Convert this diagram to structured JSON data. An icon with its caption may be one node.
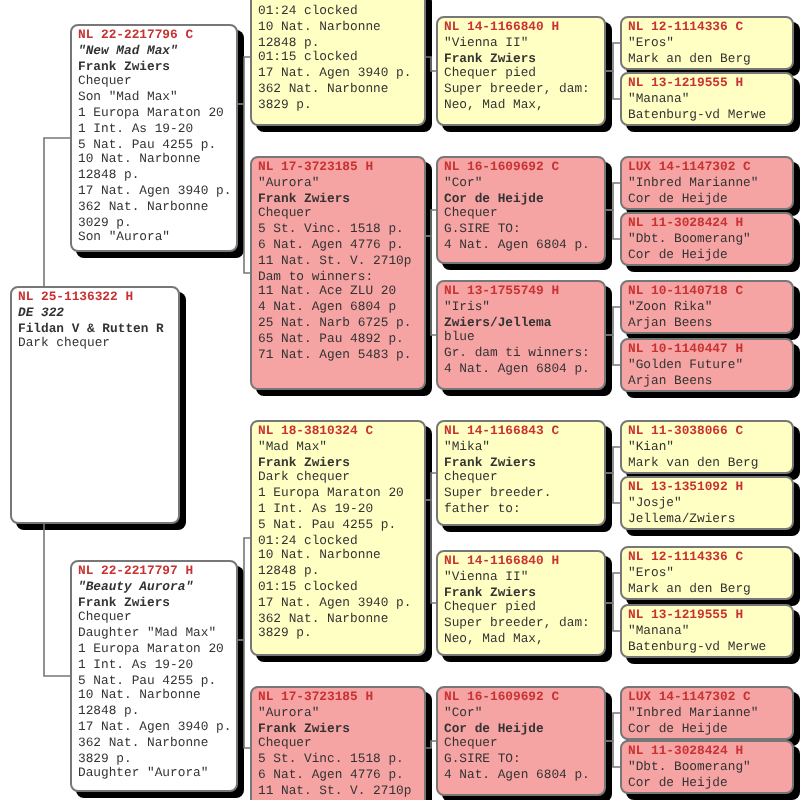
{
  "diagram": {
    "nodes": [
      {
        "text": [
          "NL 22-2217796 C",
          "\"New Mad Max\"",
          "Frank Zwiers",
          "Chequer",
          "Son \"Mad Max\"",
          "1 Europa Maraton 20",
          "1 Int. As 19-20",
          "5 Nat. Pau 4255 p.",
          "10 Nat. Narbonne",
          "12848 p.",
          "17 Nat. Agen 3940 p.",
          "362 Nat. Narbonne",
          "3029 p.",
          "Son \"Aurora\""
        ]
      },
      {
        "text": [
          "01:24 clocked",
          "10 Nat. Narbonne",
          "12848 p.",
          "01:15 clocked",
          "17 Nat. Agen 3940 p.",
          "362 Nat. Narbonne",
          "3829 p."
        ]
      },
      {
        "text": [
          "NL 14-1166840 H",
          "\"Vienna II\"",
          "Frank Zwiers",
          "Chequer pied",
          "Super breeder, dam:",
          "Neo, Mad Max,"
        ]
      },
      {
        "text": [
          "NL 12-1114336 C",
          "\"Eros\"",
          "Mark an den Berg"
        ]
      },
      {
        "text": [
          "NL 13-1219555 H",
          "\"Manana\"",
          "Batenburg-vd Merwe"
        ]
      },
      {
        "text": [
          "NL 17-3723185 H",
          "\"Aurora\"",
          "Frank Zwiers",
          "Chequer",
          "5 St. Vinc. 1518 p.",
          "6 Nat. Agen 4776 p.",
          "11 Nat. St. V. 2710p",
          "Dam to winners:",
          "11 Nat. Ace ZLU 20",
          "4 Nat. Agen 6804 p",
          "25 Nat. Narb 6725 p.",
          "65 Nat. Pau 4892 p.",
          "71 Nat. Agen 5483 p."
        ]
      },
      {
        "text": [
          "NL 16-1609692 C",
          "\"Cor\"",
          "Cor de Heijde",
          "Chequer",
          "G.SIRE TO:",
          "4 Nat. Agen 6804 p."
        ]
      },
      {
        "text": [
          "LUX 14-1147302 C",
          "\"Inbred Marianne\"",
          "Cor de Heijde"
        ]
      },
      {
        "text": [
          "NL 11-3028424 H",
          "\"Dbt. Boomerang\"",
          "Cor de Heijde"
        ]
      },
      {
        "text": [
          "NL 13-1755749 H",
          "\"Iris\"",
          "Zwiers/Jellema",
          "blue",
          "Gr. dam ti winners:",
          "4 Nat. Agen 6804 p."
        ]
      },
      {
        "text": [
          "NL 10-1140718 C",
          "\"Zoon Rika\"",
          "Arjan Beens"
        ]
      },
      {
        "text": [
          "NL 10-1140447 H",
          "\"Golden Future\"",
          "Arjan Beens"
        ]
      },
      {
        "text": [
          "NL 25-1136322 H",
          "DE 322",
          "Fildan V & Rutten R",
          "Dark chequer"
        ]
      },
      {
        "text": [
          "NL 18-3810324 C",
          "\"Mad Max\"",
          "Frank Zwiers",
          "Dark chequer",
          "1 Europa Maraton 20",
          "1 Int. As 19-20",
          "5 Nat. Pau 4255 p.",
          "01:24 clocked",
          "10 Nat. Narbonne",
          "12848 p.",
          "01:15 clocked",
          "17 Nat. Agen 3940 p.",
          "362 Nat. Narbonne",
          "3829 p."
        ]
      },
      {
        "text": [
          "NL 14-1166843 C",
          "\"Mika\"",
          "Frank Zwiers",
          "chequer",
          "Super breeder.",
          "father to:"
        ]
      },
      {
        "text": [
          "NL 11-3038066 C",
          "\"Kian\"",
          "Mark van den Berg"
        ]
      },
      {
        "text": [
          "NL 13-1351092 H",
          "\"Josje\"",
          "Jellema/Zwiers"
        ]
      },
      {
        "text": [
          "NL 14-1166840 H",
          "\"Vienna II\"",
          "Frank Zwiers",
          "Chequer pied",
          "Super breeder, dam:",
          "Neo, Mad Max,"
        ]
      },
      {
        "text": [
          "NL 12-1114336 C",
          "\"Eros\"",
          "Mark an den Berg"
        ]
      },
      {
        "text": [
          "NL 13-1219555 H",
          "\"Manana\"",
          "Batenburg-vd Merwe"
        ]
      },
      {
        "text": [
          "NL 22-2217797 H",
          "\"Beauty Aurora\"",
          "Frank Zwiers",
          "Chequer",
          "Daughter \"Mad Max\"",
          "1 Europa Maraton 20",
          "1 Int. As 19-20",
          "5 Nat. Pau 4255 p.",
          "10 Nat. Narbonne",
          "12848 p.",
          "17 Nat. Agen 3940 p.",
          "362 Nat. Narbonne",
          "3829 p.",
          "Daughter \"Aurora\""
        ]
      },
      {
        "text": [
          "NL 17-3723185 H",
          "\"Aurora\"",
          "Frank Zwiers",
          "Chequer",
          "5 St. Vinc. 1518 p.",
          "6 Nat. Agen 4776 p.",
          "11 Nat. St. V. 2710p"
        ]
      },
      {
        "text": [
          "NL 16-1609692 C",
          "\"Cor\"",
          "Cor de Heijde",
          "Chequer",
          "G.SIRE TO:",
          "4 Nat. Agen 6804 p."
        ]
      },
      {
        "text": [
          "LUX 14-1147302 C",
          "\"Inbred Marianne\"",
          "Cor de Heijde"
        ]
      },
      {
        "text": [
          "NL 11-3028424 H",
          "\"Dbt. Boomerang\"",
          "Cor de Heijde"
        ]
      }
    ],
    "edges": [
      {
        "from": 12,
        "to": 0,
        "arrow": "none"
      },
      {
        "from": 12,
        "to": 20,
        "arrow": "none"
      },
      {
        "from": 0,
        "to": 1,
        "arrow": "none"
      },
      {
        "from": 0,
        "to": 5,
        "arrow": "none"
      },
      {
        "from": 1,
        "to": 2,
        "arrow": "none"
      },
      {
        "from": 2,
        "to": 3,
        "arrow": "none"
      },
      {
        "from": 2,
        "to": 4,
        "arrow": "none"
      },
      {
        "from": 5,
        "to": 6,
        "arrow": "none"
      },
      {
        "from": 5,
        "to": 9,
        "arrow": "none"
      },
      {
        "from": 6,
        "to": 7,
        "arrow": "none"
      },
      {
        "from": 6,
        "to": 8,
        "arrow": "none"
      },
      {
        "from": 9,
        "to": 10,
        "arrow": "none"
      },
      {
        "from": 9,
        "to": 11,
        "arrow": "none"
      },
      {
        "from": 20,
        "to": 13,
        "arrow": "none"
      },
      {
        "from": 20,
        "to": 21,
        "arrow": "none"
      },
      {
        "from": 13,
        "to": 14,
        "arrow": "none"
      },
      {
        "from": 13,
        "to": 17,
        "arrow": "none"
      },
      {
        "from": 14,
        "to": 15,
        "arrow": "none"
      },
      {
        "from": 14,
        "to": 16,
        "arrow": "none"
      },
      {
        "from": 17,
        "to": 18,
        "arrow": "none"
      },
      {
        "from": 17,
        "to": 19,
        "arrow": "none"
      },
      {
        "from": 21,
        "to": 22,
        "arrow": "none"
      },
      {
        "from": 22,
        "to": 23,
        "arrow": "none"
      },
      {
        "from": 22,
        "to": 24,
        "arrow": "none"
      }
    ]
  }
}
